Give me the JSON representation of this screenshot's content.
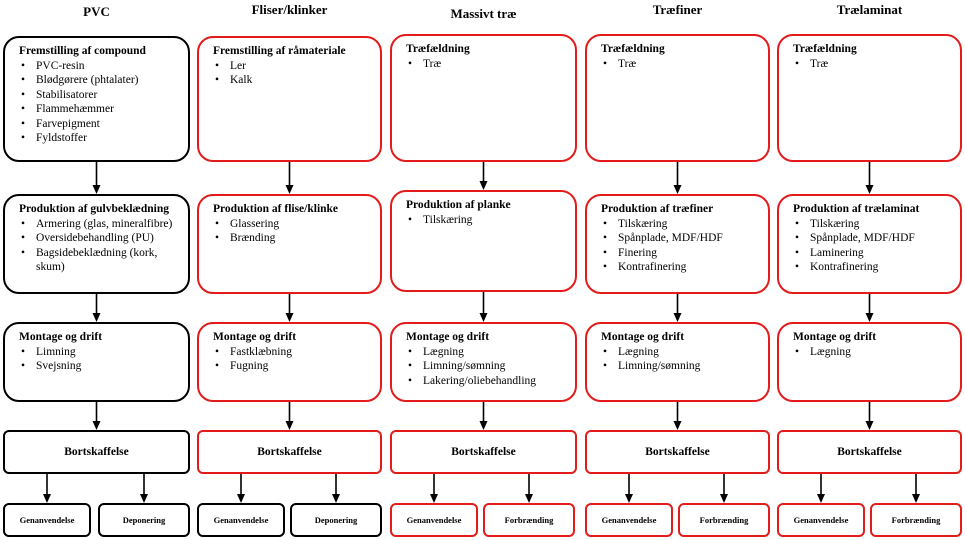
{
  "columns": [
    {
      "title": "PVC",
      "stage1": {
        "head": "Fremstilling af compound",
        "items": [
          "PVC-resin",
          "Blødgørere (phtalater)",
          "Stabilisatorer",
          "Flammehæmmer",
          "Farvepigment",
          "Fyldstoffer"
        ]
      },
      "stage2": {
        "head": "Produktion af gulvbeklædning",
        "items": [
          "Armering (glas, mineralfibre)",
          "Oversidebehandling (PU)",
          "Bagsidebeklædning (kork, skum)"
        ]
      },
      "stage3": {
        "head": "Montage og drift",
        "items": [
          "Limning",
          "Svejsning"
        ]
      },
      "disposal": "Bortskaffelse",
      "end_left": "Genanvendelse",
      "end_right": "Deponering"
    },
    {
      "title": "Fliser/klinker",
      "stage1": {
        "head": "Fremstilling af råmateriale",
        "items": [
          "Ler",
          "Kalk"
        ]
      },
      "stage2": {
        "head": "Produktion af flise/klinke",
        "items": [
          "Glassering",
          "Brænding"
        ]
      },
      "stage3": {
        "head": "Montage og drift",
        "items": [
          "Fastklæbning",
          "Fugning"
        ]
      },
      "disposal": "Bortskaffelse",
      "end_left": "Genanvendelse",
      "end_right": "Deponering"
    },
    {
      "title": "Massivt træ",
      "stage1": {
        "head": "Træfældning",
        "items": [
          "Træ"
        ]
      },
      "stage2": {
        "head": "Produktion af planke",
        "items": [
          "Tilskæring"
        ]
      },
      "stage3": {
        "head": "Montage og drift",
        "items": [
          "Lægning",
          "Limning/sømning",
          "Lakering/oliebehandling"
        ]
      },
      "disposal": "Bortskaffelse",
      "end_left": "Genanvendelse",
      "end_right": "Forbrænding"
    },
    {
      "title": "Træfiner",
      "stage1": {
        "head": "Træfældning",
        "items": [
          "Træ"
        ]
      },
      "stage2": {
        "head": "Produktion af træfiner",
        "items": [
          "Tilskæring",
          "Spånplade, MDF/HDF",
          "Finering",
          "Kontrafinering"
        ]
      },
      "stage3": {
        "head": "Montage og drift",
        "items": [
          "Lægning",
          "Limning/sømning"
        ]
      },
      "disposal": "Bortskaffelse",
      "end_left": "Genanvendelse",
      "end_right": "Forbrænding"
    },
    {
      "title": "Trælaminat",
      "stage1": {
        "head": "Træfældning",
        "items": [
          "Træ"
        ]
      },
      "stage2": {
        "head": "Produktion af trælaminat",
        "items": [
          "Tilskæring",
          "Spånplade, MDF/HDF",
          "Laminering",
          "Kontrafinering"
        ]
      },
      "stage3": {
        "head": "Montage og drift",
        "items": [
          "Lægning"
        ]
      },
      "disposal": "Bortskaffelse",
      "end_left": "Genanvendelse",
      "end_right": "Forbrænding"
    }
  ],
  "colors": {
    "pvc_border": "#000000",
    "other_border": "#e31b1b",
    "arrow": "#000000"
  }
}
